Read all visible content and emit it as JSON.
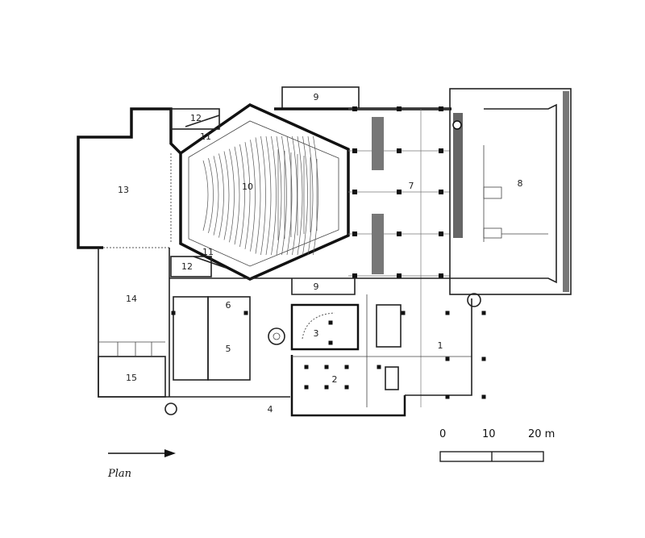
{
  "rooms": {
    "r1": "1",
    "r2": "2",
    "r3": "3",
    "r4": "4",
    "r5": "5",
    "r6": "6",
    "r7": "7",
    "r8": "8",
    "r9a": "9",
    "r9b": "9",
    "r10": "10",
    "r11a": "11",
    "r11b": "11",
    "r12a": "12",
    "r12b": "12",
    "r13": "13",
    "r14": "14",
    "r15": "15"
  },
  "scale_bar": {
    "t0": "0",
    "t10": "10",
    "t20": "20 m"
  },
  "caption": "Plan",
  "north_arrow": "arrow-right-icon"
}
